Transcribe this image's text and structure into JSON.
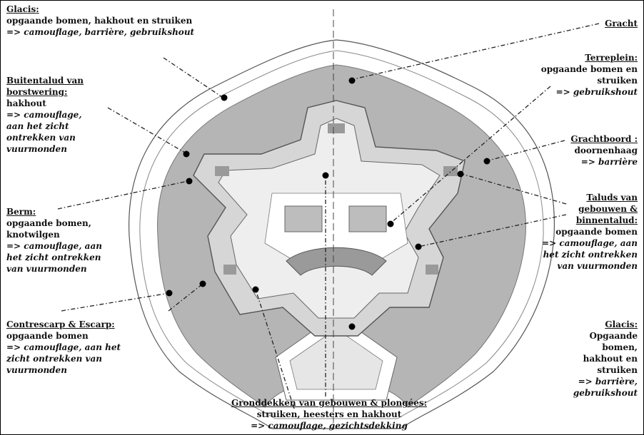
{
  "labels": {
    "glacis_top": {
      "title": "Glacis",
      "title_suffix": ":",
      "desc": "opgaande bomen, hakhout en struiken",
      "effect": "=> camouflage, barrière, gebruikshout"
    },
    "gracht": {
      "title": "Gracht"
    },
    "terreplein": {
      "title": "Terreplein",
      "title_suffix": ":",
      "desc1": "opgaande bomen en",
      "desc2": "struiken",
      "effect": "=> gebruikshout"
    },
    "buitentalud": {
      "title1": "Buitentalud van",
      "title2": "borstwering",
      "title_suffix": ":",
      "desc": "hakhout",
      "effect1": "=> camouflage,",
      "effect2": "aan het zicht",
      "effect3": "ontrekken van",
      "effect4": "vuurmonden"
    },
    "grachtboord": {
      "title": "Grachtboord",
      "title_suffix": " :",
      "desc": "doornenhaag",
      "effect": "=> barrière"
    },
    "berm": {
      "title": "Berm",
      "title_suffix": ":",
      "desc1": "opgaande bomen,",
      "desc2": "knotwilgen",
      "effect1": "=> camouflage, aan",
      "effect2": "het zicht ontrekken",
      "effect3": "van vuurmonden"
    },
    "taluds": {
      "title1": "Taluds van",
      "title2": "gebouwen &",
      "title3": "binnentalud",
      "title_suffix": ":",
      "desc": "opgaande bomen",
      "effect1": "=> camouflage, aan",
      "effect2": "het zicht ontrekken",
      "effect3": "van vuurmonden"
    },
    "contrescarp": {
      "title": "Contrescarp & Escarp",
      "title_suffix": ":",
      "desc": "opgaande bomen",
      "effect1": "=> camouflage, aan het",
      "effect2": "zicht ontrekken van",
      "effect3": "vuurmonden"
    },
    "glacis_bottom": {
      "title": "Glacis",
      "title_suffix": ":",
      "desc1": "Opgaande",
      "desc2": "bomen,",
      "desc3": "hakhout en",
      "desc4": "struiken",
      "effect1": "=> barrière,",
      "effect2": "gebruikshout"
    },
    "gronddekken": {
      "title": "Gronddekken van gebouwen & plongées",
      "title_suffix": ":",
      "desc": "struiken, heesters en hakhout",
      "effect": "=> camouflage, gezichtsdekking"
    }
  },
  "colors": {
    "moat": "#b5b5b5",
    "glacis": "#ffffff",
    "rampart": "#d6d6d6",
    "building": "#9a9a9a",
    "line": "#222222"
  }
}
